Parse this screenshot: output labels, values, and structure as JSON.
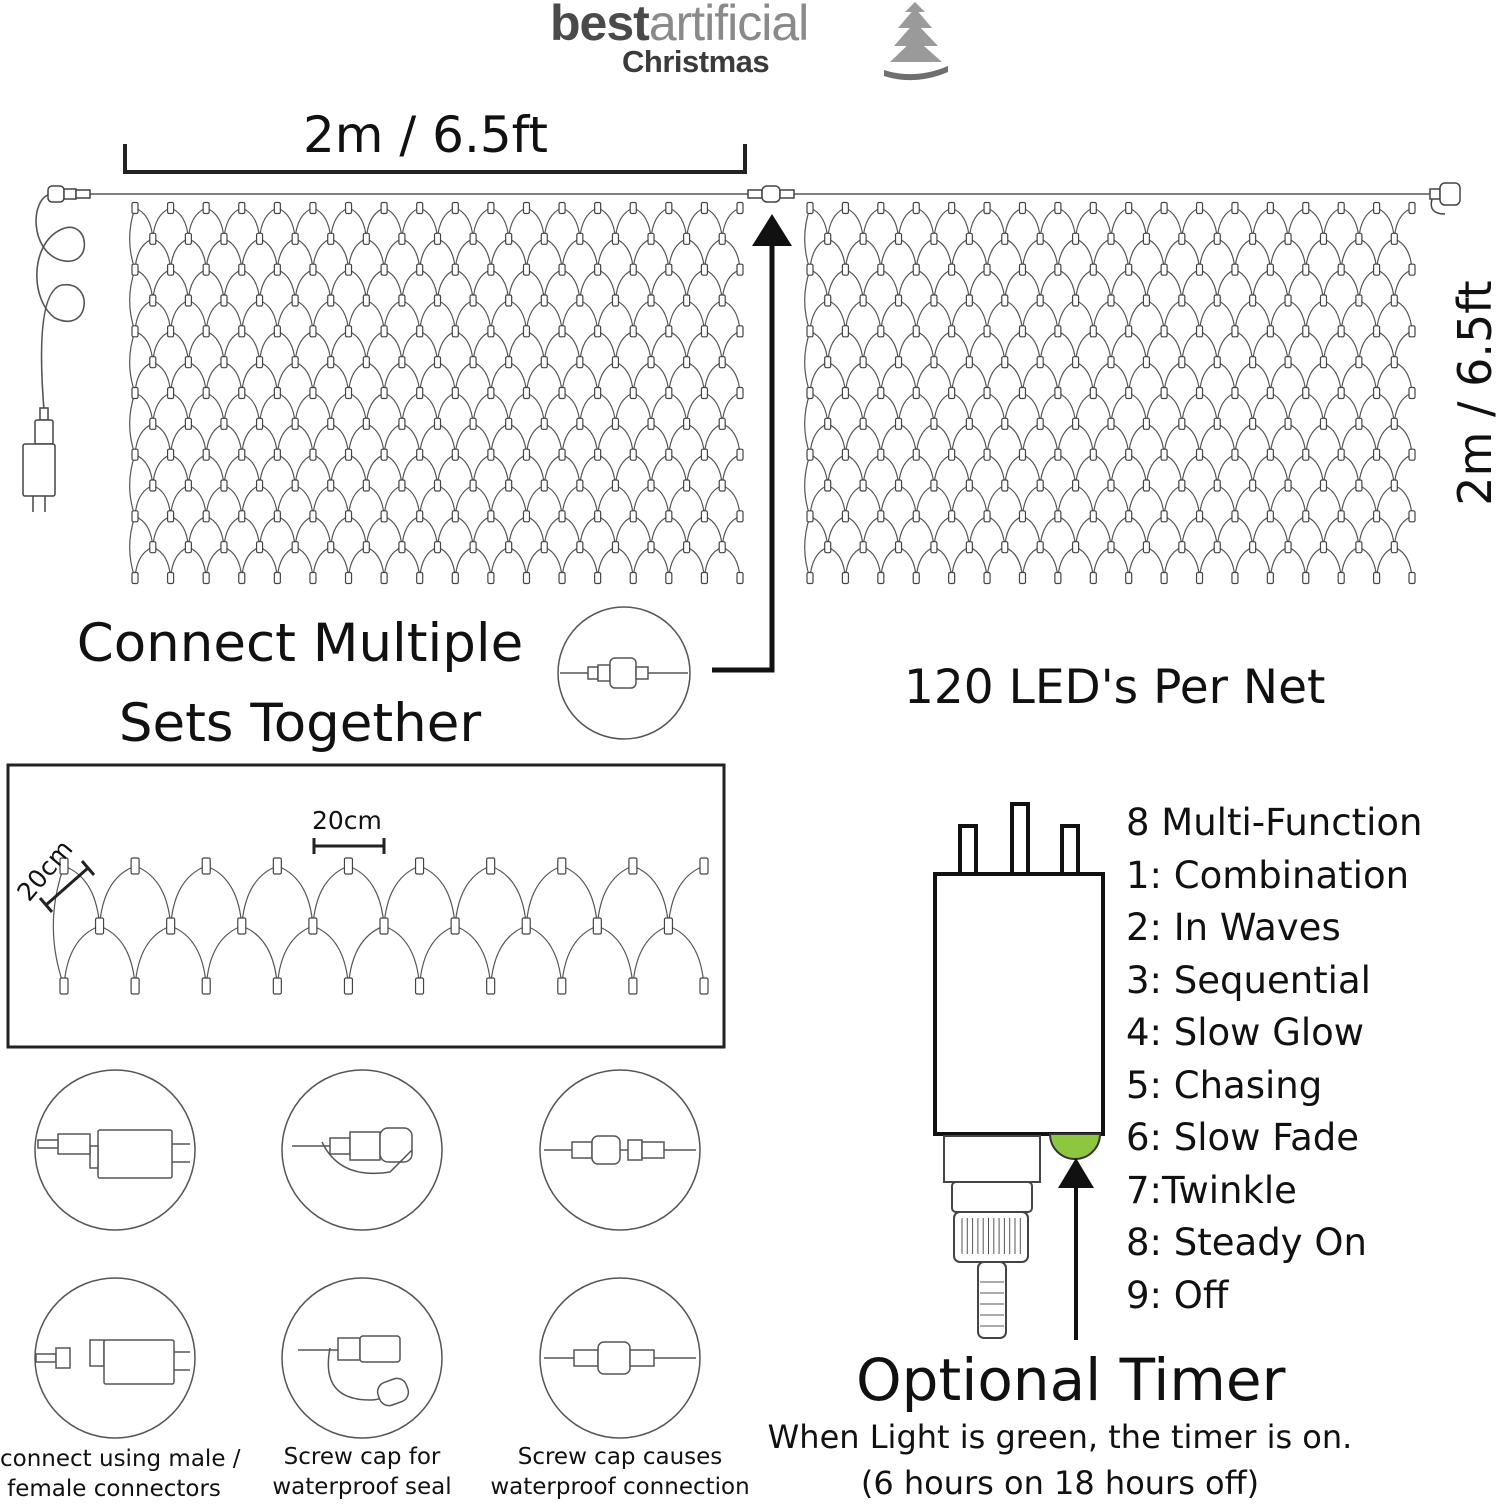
{
  "logo": {
    "part1": "best",
    "part2": "artificial",
    "line2": "Christmas",
    "icon": "christmas-tree-icon"
  },
  "dimensions": {
    "width": "2m / 6.5ft",
    "height": "2m / 6.5ft",
    "spacing_horizontal": "20cm",
    "spacing_diagonal": "20cm"
  },
  "connect_label": {
    "line1": "Connect Multiple",
    "line2": "Sets Together"
  },
  "leds_label": "120 LED's Per Net",
  "modes": [
    "8 Multi-Function",
    "1: Combination",
    "2: In Waves",
    "3: Sequential",
    "4: Slow Glow",
    "5: Chasing",
    "6: Slow Fade",
    "7:Twinkle",
    "8: Steady On",
    "9: Off"
  ],
  "timer": {
    "title": "Optional Timer",
    "note_line1": "When Light is green, the timer is on.",
    "note_line2": "(6 hours on 18 hours off)",
    "indicator_color": "#8dc63f"
  },
  "captions": [
    {
      "line1": "connect using male /",
      "line2": "female connectors"
    },
    {
      "line1": "Screw cap for",
      "line2": "waterproof seal"
    },
    {
      "line1": "Screw cap causes",
      "line2": "waterproof connection"
    }
  ],
  "colors": {
    "line": "#444444",
    "text": "#111111",
    "accent": "#8dc63f"
  }
}
